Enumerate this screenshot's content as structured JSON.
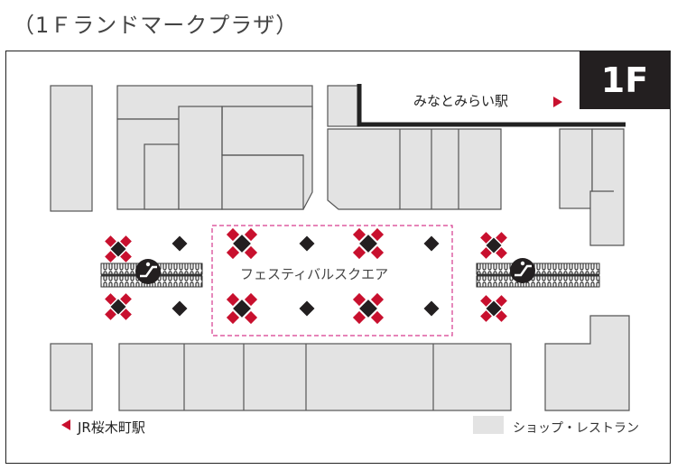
{
  "page": {
    "title": "（1Ｆランドマークプラザ）"
  },
  "map": {
    "floor": "1F",
    "plaza_label": "フェスティバルスクエア",
    "station_minatomirai": "みなとみらい駅",
    "station_jr": "JR桜木町駅",
    "legend": {
      "label": "ショップ・レストラン",
      "color": "#e3e3e3"
    },
    "colors": {
      "shop": "#e3e3e3",
      "shop_border": "#555555",
      "accent": "#c8102e",
      "badge": "#231f20"
    },
    "icons": [
      "escalator-icon",
      "event-spot-marker",
      "pillar-marker",
      "arrow-right-icon",
      "arrow-left-icon"
    ]
  }
}
